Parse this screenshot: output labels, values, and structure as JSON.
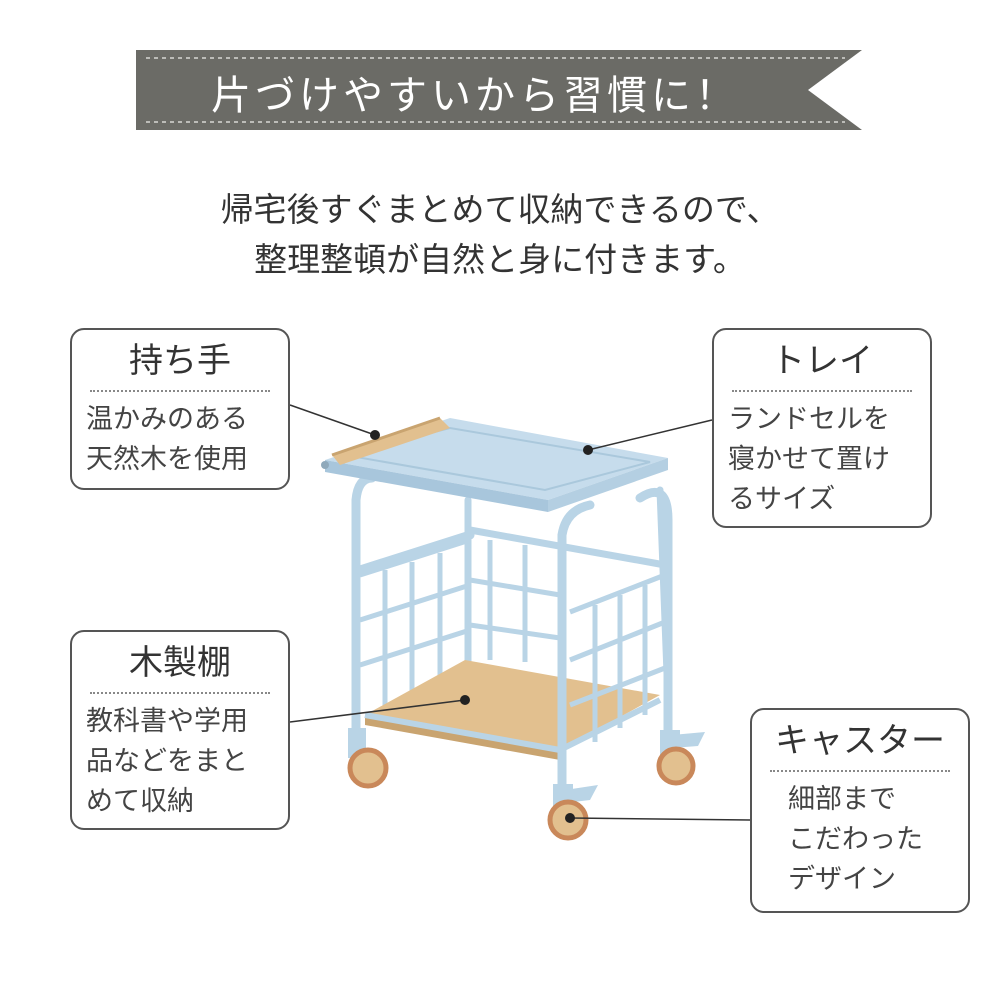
{
  "banner": {
    "title": "片づけやすいから習慣に！",
    "color": "#6b6b66"
  },
  "intro": {
    "lines": [
      "帰宅後すぐまとめて収納できるので、",
      "整理整頓が自然と身に付きます。"
    ]
  },
  "callouts": {
    "handle": {
      "title": "持ち手",
      "lines": [
        "温かみのある",
        "天然木を使用"
      ]
    },
    "tray": {
      "title": "トレイ",
      "lines": [
        "ランドセルを",
        "寝かせて置け",
        "るサイズ"
      ]
    },
    "shelf": {
      "title": "木製棚",
      "lines": [
        "教科書や学用",
        "品などをまと",
        "めて収納"
      ]
    },
    "caster": {
      "title": "キャスター",
      "lines": [
        "細部まで",
        "こだわった",
        "デザイン"
      ]
    }
  },
  "product": {
    "frame_color": "#b9d4e6",
    "wood_color": "#e2c08f"
  }
}
